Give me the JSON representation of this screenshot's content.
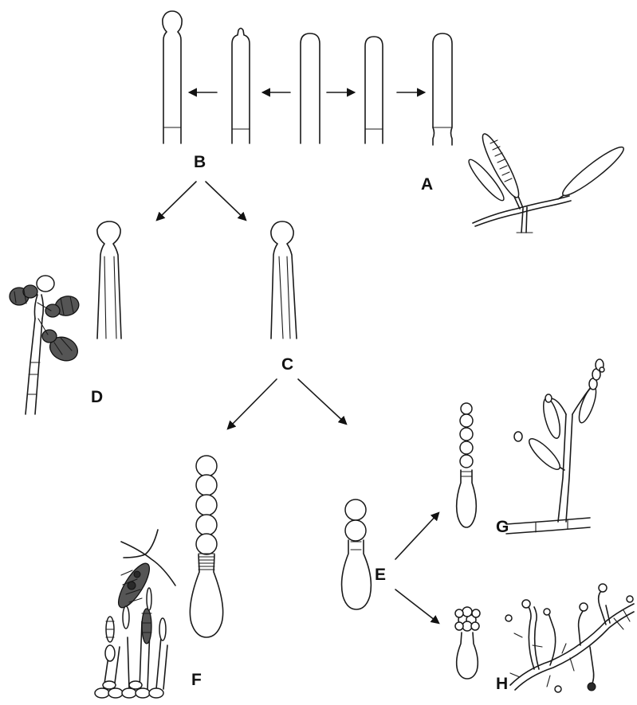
{
  "labels": {
    "a": "A",
    "b": "B",
    "c": "C",
    "d": "D",
    "e": "E",
    "f": "F",
    "g": "G",
    "h": "H"
  },
  "colors": {
    "ink": "#1a1a1a",
    "dark_fill": "#555555",
    "background": "#ffffff"
  }
}
